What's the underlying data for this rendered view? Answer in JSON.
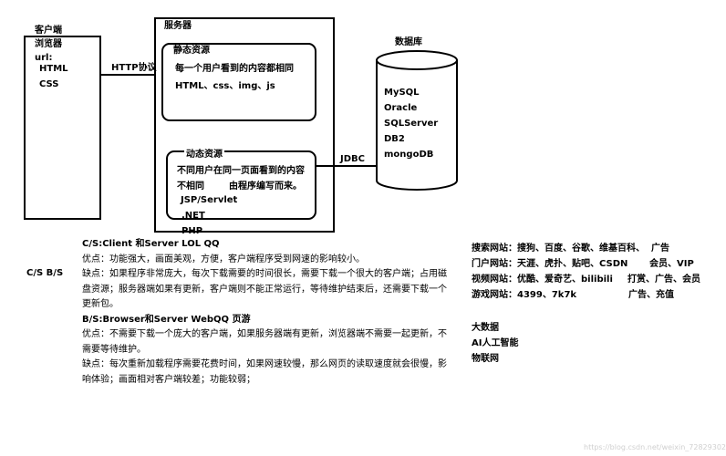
{
  "client": {
    "title": "客户端",
    "browser": "浏览器",
    "url": "url:",
    "html": "HTML",
    "css": "CSS"
  },
  "http_label": "HTTP协议",
  "server": {
    "title": "服务器",
    "static": {
      "title": "静态资源",
      "desc": "每一个用户看到的内容都相同",
      "types": "HTML、css、img、js"
    },
    "dynamic": {
      "title": "动态资源",
      "desc1": "不同用户在同一页面看到的内容",
      "desc2a": "不相同",
      "desc2b": "由程序编写而来。",
      "tech1": "JSP/Servlet",
      "tech2": ".NET",
      "tech3": "PHP"
    }
  },
  "jdbc_label": "JDBC",
  "database": {
    "title": "数据库",
    "items": [
      "MySQL",
      "Oracle",
      "SQLServer",
      "DB2",
      "mongoDB"
    ]
  },
  "cs_bs_label": "C/S   B/S",
  "cs": {
    "heading": "C/S:Client 和Server        LOL    QQ",
    "lines": [
      "优点：功能强大，画面美观，方便，客户端程序受到网速的影响较小。",
      "缺点：如果程序非常庞大，每次下载需要的时间很长，需要下载一个很大的客户端；占用磁",
      "盘资源；服务器端如果有更新，客户端则不能正常运行，等待维护结束后，还需要下载一个",
      "更新包。"
    ]
  },
  "bs": {
    "heading": "B/S:Browser和Server        WebQQ      页游",
    "lines": [
      "优点：不需要下载一个庞大的客户端，如果服务器端有更新，浏览器端不需要一起更新，不",
      "需要等待维护。",
      "缺点：每次重新加载程序需要花费时间，如果网速较慢，那么网页的读取速度就会很慢，影",
      "响体验；画面相对客户端较差；功能较弱；"
    ]
  },
  "sites": [
    {
      "left": "搜索网站：搜狗、百度、谷歌、维基百科、",
      "right": "广告"
    },
    {
      "left": "门户网站：天涯、虎扑、贴吧、CSDN",
      "right": "会员、VIP"
    },
    {
      "left": "视频网站：优酷、爱奇艺、bilibili",
      "right": "打赏、广告、会员"
    },
    {
      "left": "游戏网站：4399、7k7k",
      "right": "广告、充值"
    }
  ],
  "topics": [
    "大数据",
    "AI人工智能",
    "物联网"
  ],
  "watermark": "https://blog.csdn.net/weixin_72829302"
}
